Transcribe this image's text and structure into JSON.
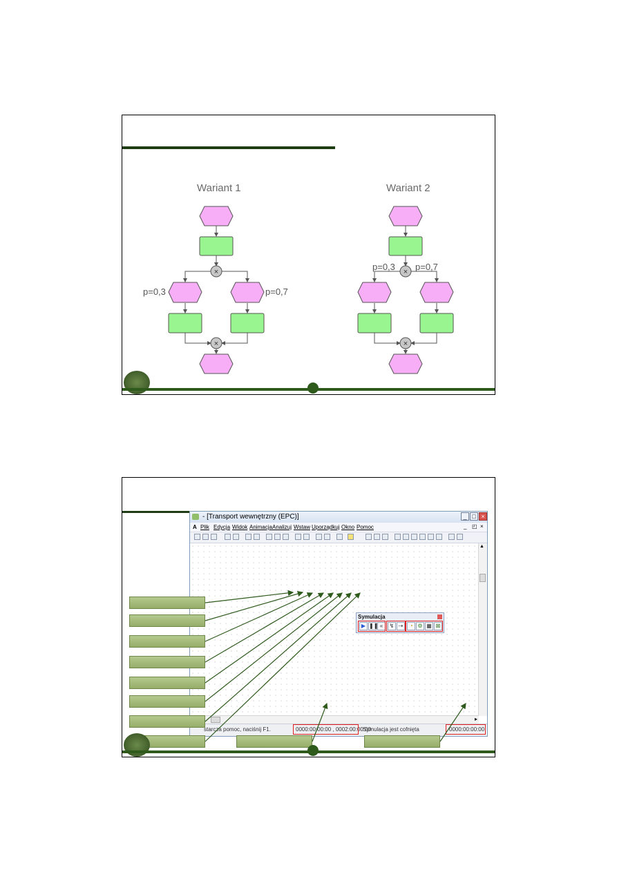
{
  "slide1": {
    "variants": [
      {
        "title": "Wariant 1",
        "p_left": "p=0,3",
        "p_right": "p=0,7"
      },
      {
        "title": "Wariant 2",
        "p_left": "p=0,3",
        "p_right": "p=0,7"
      }
    ],
    "xor_symbol": "×"
  },
  "slide2": {
    "window_title": "- [Transport wewnętrzny (EPC)]",
    "menu": [
      "Plik",
      "Edycja",
      "Widok",
      "Animacja",
      "Analizuj",
      "Wstaw",
      "Uporządkuj",
      "Okno",
      "Pomoc"
    ],
    "panel_title": "Symulacja",
    "status": {
      "left": "starcza pomoc, naciśnij F1.",
      "time_range": "0000:00:00:00 , 0002:00:00:00",
      "state": "Symulacja jest cofnięta",
      "current_time": "0000:00:00:00"
    }
  },
  "colors": {
    "event_fill": "#f7aef7",
    "function_fill": "#99f590",
    "slide_green": "#2e5a1c",
    "callout_green": "#a3b978",
    "highlight_red": "#e02020"
  }
}
